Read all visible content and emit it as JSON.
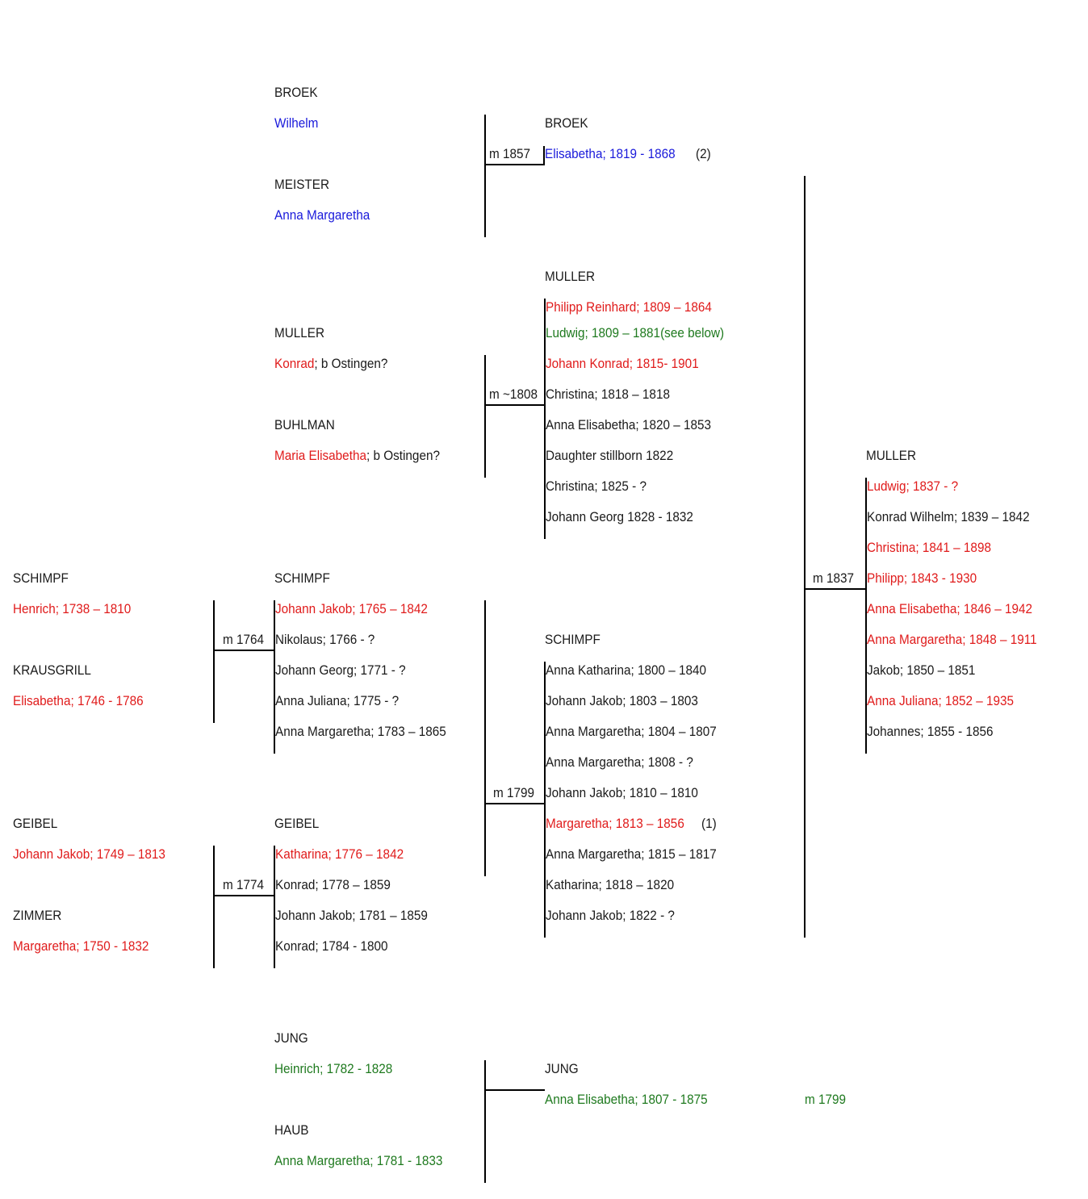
{
  "broek_group": {
    "father_surname": "BROEK",
    "father_name": "Wilhelm",
    "mother_surname": "MEISTER",
    "mother_name": "Anna Margaretha",
    "marriage": "m 1857",
    "child_surname": "BROEK",
    "child_name": "Elisabetha; 1819 - 1868",
    "child_note": "(2)"
  },
  "muller_parents": {
    "father_surname": "MULLER",
    "father_name": "Konrad",
    "father_note": "; b Ostingen?",
    "mother_surname": "BUHLMAN",
    "mother_name": "Maria Elisabetha",
    "mother_note": "; b Ostingen?",
    "marriage": "m ~1808"
  },
  "muller_children": {
    "surname": "MULLER",
    "items": [
      "Philipp Reinhard; 1809 – 1864",
      "Ludwig; 1809 – 1881(see below)",
      "Johann Konrad; 1815- 1901",
      "Christina; 1818 – 1818",
      "Anna Elisabetha; 1820 – 1853",
      "Daughter stillborn 1822",
      "Christina; 1825 - ?",
      "Johann Georg 1828 - 1832"
    ]
  },
  "schimpf_grandparents": {
    "father_surname": "SCHIMPF",
    "father_name": "Henrich; 1738 – 1810",
    "mother_surname": "KRAUSGRILL",
    "mother_name": "Elisabetha; 1746 - 1786",
    "marriage": "m 1764"
  },
  "schimpf_children": {
    "surname": "SCHIMPF",
    "items": [
      "Johann Jakob; 1765 – 1842",
      "Nikolaus; 1766 - ?",
      "Johann Georg; 1771 - ?",
      "Anna Juliana; 1775 - ?",
      "Anna Margaretha; 1783 – 1865"
    ]
  },
  "geibel_grandparents": {
    "father_surname": "GEIBEL",
    "father_name": "Johann Jakob; 1749 – 1813",
    "mother_surname": "ZIMMER",
    "mother_name": "Margaretha; 1750 - 1832",
    "marriage": "m 1774"
  },
  "geibel_children": {
    "surname": "GEIBEL",
    "items": [
      "Katharina; 1776 – 1842",
      "Konrad; 1778 – 1859",
      "Johann Jakob; 1781 – 1859",
      "Konrad; 1784 - 1800"
    ]
  },
  "schimpf_next": {
    "marriage": "m 1799",
    "surname": "SCHIMPF",
    "items": [
      "Anna Katharina; 1800 – 1840",
      "Johann Jakob; 1803 – 1803",
      "Anna Margaretha; 1804 – 1807",
      "Anna Margaretha; 1808 - ?",
      "Johann Jakob; 1810 – 1810",
      "Margaretha; 1813 – 1856",
      "Anna Margaretha; 1815 – 1817",
      "Katharina; 1818 – 1820",
      "Johann Jakob; 1822 - ?"
    ],
    "margaretha_note": "(1)"
  },
  "muller_final": {
    "marriage": "m 1837",
    "surname": "MULLER",
    "items": [
      "Ludwig; 1837 - ?",
      "Konrad Wilhelm; 1839 – 1842",
      "Christina; 1841 – 1898",
      "Philipp; 1843 - 1930",
      "Anna Elisabetha; 1846 – 1942",
      "Anna Margaretha; 1848 – 1911",
      "Jakob; 1850 – 1851",
      "Anna Juliana; 1852 – 1935",
      "Johannes; 1855 - 1856"
    ]
  },
  "jung_group": {
    "father_surname": "JUNG",
    "father_name": "Heinrich; 1782 - 1828",
    "mother_surname": "HAUB",
    "mother_name": "Anna Margaretha; 1781 - 1833",
    "child_surname": "JUNG",
    "child_name": "Anna Elisabetha; 1807 - 1875",
    "marriage": "m 1799"
  },
  "colors": {
    "red": "#e01b1b",
    "blue": "#1a1adb",
    "green": "#1f7a1f",
    "black": "#1a1a1a"
  }
}
